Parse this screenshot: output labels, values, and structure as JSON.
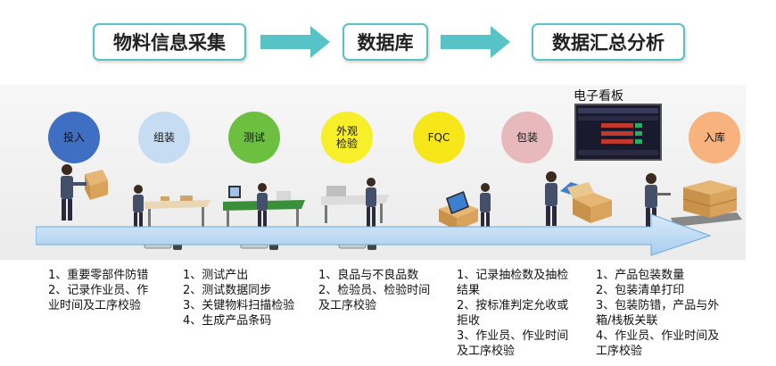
{
  "header": {
    "step1": "物料信息采集",
    "step2": "数据库",
    "step3": "数据汇总分析"
  },
  "board_title": "电子看板",
  "stages": [
    {
      "label": "投入",
      "color": "#3f6fc2"
    },
    {
      "label": "组装",
      "color": "#c6dcf2"
    },
    {
      "label": "测试",
      "color": "#6dbf3f"
    },
    {
      "label": "外观\n检验",
      "color": "#f7ef29"
    },
    {
      "label": "FQC",
      "color": "#f7e71a"
    },
    {
      "label": "包装",
      "color": "#e8b9bc"
    },
    {
      "label": "入库",
      "color": "#f7b27d"
    }
  ],
  "descriptions": [
    {
      "lines": [
        "1、重要零部件防错",
        "2、记录作业员、作",
        "业时间及工序校验"
      ]
    },
    {
      "lines": [
        "1、测试产出",
        "2、测试数据同步",
        "3、关键物料扫描检验",
        "4、生成产品条码"
      ]
    },
    {
      "lines": [
        "1、良品与不良品数",
        "2、检验员、检验时间",
        "及工序校验"
      ]
    },
    {
      "lines": [
        "1、记录抽检数及抽检",
        "结果",
        "2、按标准判定允收或",
        "拒收",
        "3、作业员、作业时间",
        "及工序校验"
      ]
    },
    {
      "lines": [
        "1、产品包装数量",
        "2、包装清单打印",
        "3、包装防错，产品与外",
        "箱/栈板关联",
        "4、作业员、作业时间及",
        "工序校验"
      ]
    }
  ],
  "colors": {
    "accent": "#58c3c7",
    "conveyor": "#a9cdef"
  }
}
